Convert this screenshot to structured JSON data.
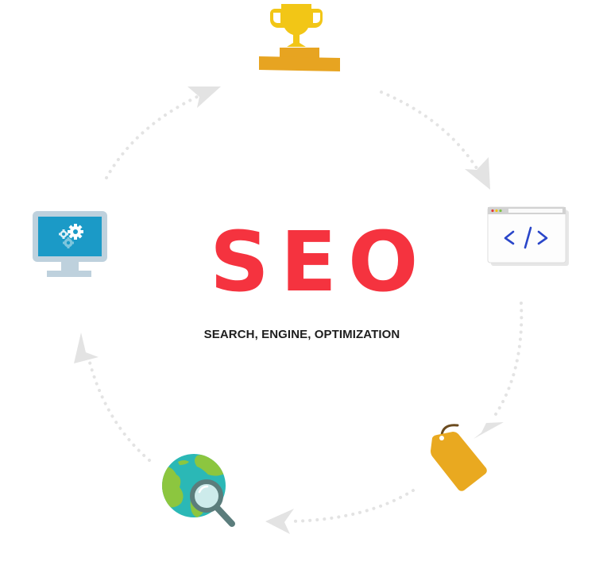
{
  "diagram": {
    "title": "SEO",
    "subtitle": "SEARCH, ENGINE, OPTIMIZATION",
    "type": "cycle",
    "direction": "clockwise",
    "nodes": [
      {
        "id": "trophy",
        "icon": "trophy-icon",
        "position": "top"
      },
      {
        "id": "code",
        "icon": "code-window-icon",
        "position": "right"
      },
      {
        "id": "tag",
        "icon": "price-tag-icon",
        "position": "bottom-right"
      },
      {
        "id": "globe",
        "icon": "globe-search-icon",
        "position": "bottom-left"
      },
      {
        "id": "monitor",
        "icon": "monitor-gears-icon",
        "position": "left"
      }
    ],
    "colors": {
      "title": "#f5333f",
      "subtitle": "#1e1e1e",
      "arrows": "#e3e3e3",
      "trophy_cup": "#f2c616",
      "trophy_base": "#e7a421",
      "code_glyph": "#2a46c9",
      "tag": "#e9a920",
      "globe_water": "#2bb8b6",
      "globe_land": "#8cc63f",
      "magnifier": "#5b7d7c",
      "monitor_frame": "#bed1dd",
      "monitor_screen": "#1b9ac7"
    }
  }
}
